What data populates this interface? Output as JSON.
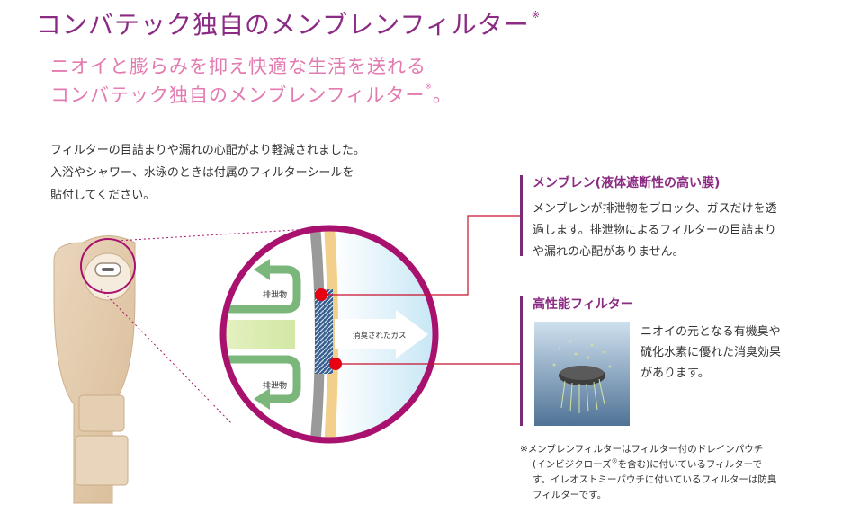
{
  "header": {
    "title": "コンバテック独自のメンブレンフィルター",
    "title_mark": "※",
    "subtitle_line1": "ニオイと膨らみを抑え快適な生活を送れる",
    "subtitle_line2": "コンバテック独自のメンブレンフィルター",
    "subtitle_mark": "※",
    "subtitle_end": "。"
  },
  "intro": {
    "line1": "フィルターの目詰まりや漏れの心配がより軽減されました。",
    "line2": "入浴やシャワー、水泳のときは付属のフィルターシールを",
    "line3": "貼付してください。"
  },
  "diagram": {
    "arrow_top_label": "排泄物",
    "arrow_bottom_label": "排泄物",
    "gas_label": "消臭されたガス"
  },
  "membrane": {
    "heading": "メンブレン(液体遮断性の高い膜)",
    "line1": "メンブレンが排泄物をブロック、ガスだけを透",
    "line2": "過します。排泄物によるフィルターの目詰まり",
    "line3": "や漏れの心配がありません。"
  },
  "filter": {
    "heading": "高性能フィルター",
    "line1": "ニオイの元となる有機臭や",
    "line2": "硫化水素に優れた消臭効果",
    "line3": "があります。"
  },
  "footnote": {
    "line1": "※メンブレンフィルターはフィルター付のドレインパウチ",
    "line2a": "(インビジクローズ",
    "line2_mark": "®",
    "line2b": "を含む)に付いているフィルターで",
    "line3": "す。イレオストミーパウチに付いているフィルターは防臭",
    "line4": "フィルターです。"
  },
  "colors": {
    "title": "#8b2b83",
    "subtitle": "#e37ab0",
    "circle_border": "#a8116e",
    "arrow_green": "#7bb77b",
    "red_dot": "#e60012",
    "callout_line": "#c8102e"
  }
}
